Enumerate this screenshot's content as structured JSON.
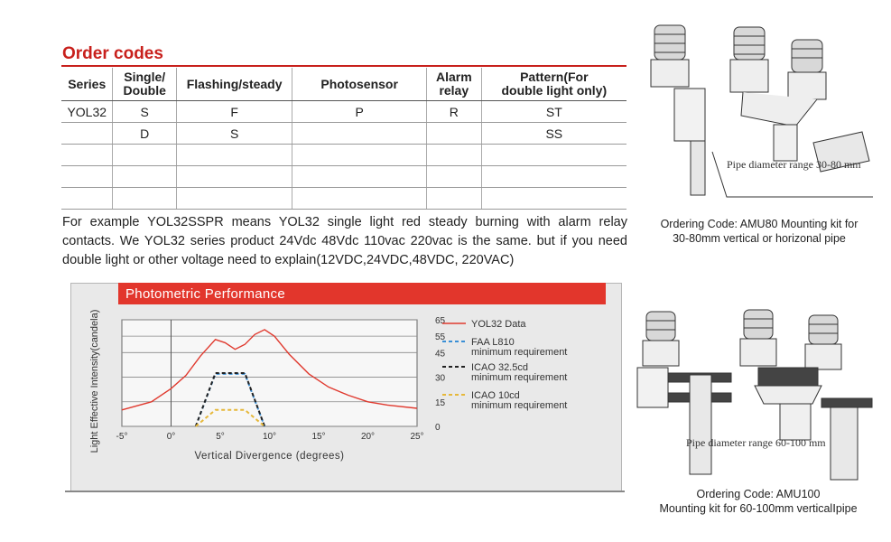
{
  "order": {
    "title": "Order codes",
    "headers": [
      {
        "l1": "Series",
        "l2": ""
      },
      {
        "l1": "Single/",
        "l2": "Double"
      },
      {
        "l1": "Flashing/steady",
        "l2": ""
      },
      {
        "l1": "Photosensor",
        "l2": ""
      },
      {
        "l1": "Alarm",
        "l2": "relay"
      },
      {
        "l1": "Pattern(For",
        "l2": "double light only)"
      }
    ],
    "rows": [
      [
        "YOL32",
        "S",
        "F",
        "P",
        "R",
        "ST"
      ],
      [
        "",
        "D",
        "S",
        "",
        "",
        "SS"
      ],
      [
        "",
        "",
        "",
        "",
        "",
        ""
      ],
      [
        "",
        "",
        "",
        "",
        "",
        ""
      ],
      [
        "",
        "",
        "",
        "",
        "",
        ""
      ]
    ]
  },
  "example": "For example YOL32SSPR means YOL32 single light red steady burning with alarm relay contacts. We YOL32 series product 24Vdc 48Vdc 110vac 220vac is the same. but if you need double light or other voltage need to explain(12VDC,24VDC,48VDC, 220VAC)",
  "chart_data": {
    "type": "line",
    "title": "Photometric Performance",
    "xlabel": "Vertical Divergence (degrees)",
    "ylabel": "Light Effective Intensity(candela)",
    "xlim": [
      -5,
      25
    ],
    "ylim": [
      0,
      65
    ],
    "x_ticks": [
      "-5°",
      "0°",
      "5°",
      "10°",
      "15°",
      "20°",
      "25°"
    ],
    "y_ticks": [
      "0",
      "15",
      "30",
      "45",
      "55",
      "65"
    ],
    "grid": true,
    "legend_position": "right",
    "series": [
      {
        "name": "YOL32 Data",
        "line": "solid",
        "color": "#e03a2f",
        "x": [
          -5,
          -2,
          0,
          1.5,
          3,
          4.5,
          5.5,
          6.5,
          7.5,
          8.5,
          9.5,
          10.5,
          12,
          14,
          16,
          18,
          20,
          22,
          25
        ],
        "y": [
          10,
          15,
          23,
          31,
          43,
          53,
          51,
          47,
          50,
          56,
          59,
          55,
          44,
          32,
          24,
          19,
          15,
          13,
          11
        ]
      },
      {
        "name": "FAA L810",
        "name2": "minimum requirement",
        "line": "dashed",
        "color": "#3a8fd6",
        "x": [
          2.5,
          4.5,
          7.5,
          9.5
        ],
        "y": [
          0,
          32,
          32,
          0
        ]
      },
      {
        "name": "ICAO 32.5cd",
        "name2": "minimum requirement",
        "line": "dashed",
        "color": "#222222",
        "x": [
          2.5,
          4.5,
          7.5,
          9.5
        ],
        "y": [
          0,
          32.5,
          32.5,
          0
        ]
      },
      {
        "name": "ICAO 10cd",
        "name2": "minimum requirement",
        "line": "dashed",
        "color": "#e6b83a",
        "x": [
          2.5,
          4.5,
          7.5,
          9.5
        ],
        "y": [
          0,
          10,
          10,
          0
        ]
      }
    ]
  },
  "kit1": {
    "pipe_label": "Pipe diameter range 30-80 mm",
    "caption_l1": "Ordering Code: AMU80 Mounting kit for",
    "caption_l2": "30-80mm vertical or horizonal pipe"
  },
  "kit2": {
    "pipe_label": "Pipe diameter range 60-100 mm",
    "caption_l1": "Ordering Code: AMU100",
    "caption_l2": "Mounting kit for 60-100mm verticalⅠpipe"
  }
}
